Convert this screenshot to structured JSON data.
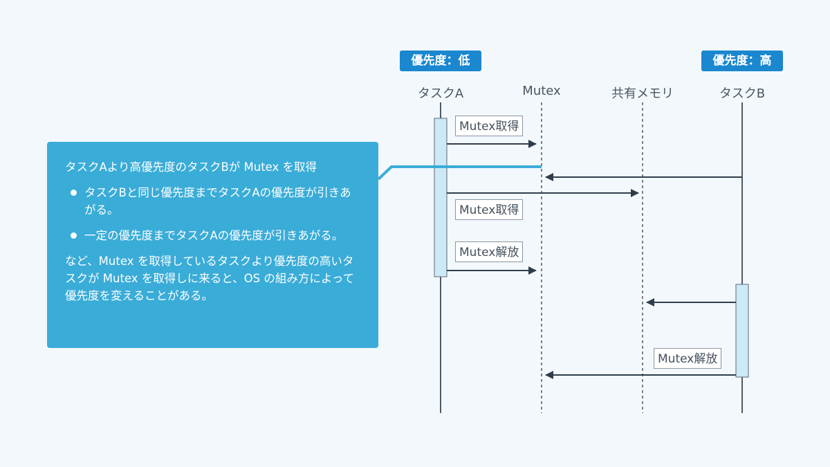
{
  "badges": {
    "low": "優先度：低",
    "high": "優先度：高"
  },
  "lanes": {
    "task_a": "タスクA",
    "mutex": "Mutex",
    "shared_memory": "共有メモリ",
    "task_b": "タスクB"
  },
  "messages": {
    "a_acquire": "Mutex取得",
    "b_acquire": "Mutex取得",
    "a_release": "Mutex解放",
    "b_release": "Mutex解放"
  },
  "note": {
    "title": "タスクAより高優先度のタスクBが Mutex を取得",
    "bullets": [
      "タスクBと同じ優先度までタスクAの優先度が引きあがる。",
      "一定の優先度までタスクAの優先度が引きあがる。"
    ],
    "footer": "など、Mutex を取得しているタスクより優先度の高いタスクが Mutex を取得しに来ると、OS の組み方によって優先度を変えることがある。"
  },
  "colors": {
    "background": "#f3f8fd",
    "badge": "#1a87cf",
    "note": "#3aacd8",
    "lifeline": "#4d5966",
    "activation_fill": "#cde9f5",
    "activation_border": "#5b6875",
    "arrow": "#2f3d4b"
  }
}
